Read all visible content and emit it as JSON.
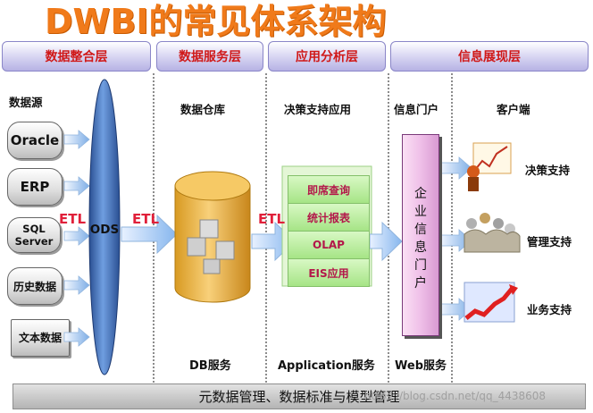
{
  "title": "DWBI的常见体系架构",
  "layers": [
    "数据整合层",
    "数据服务层",
    "应用分析层",
    "信息展现层"
  ],
  "sources_label": "数据源",
  "sources": [
    "Oracle",
    "ERP",
    "SQL Server",
    "历史数据",
    "文本数据"
  ],
  "ods": "ODS",
  "etl": "ETL",
  "warehouse_label": "数据仓库",
  "decision_label": "决策支持应用",
  "apps": [
    "即席查询",
    "统计报表",
    "OLAP",
    "EIS应用"
  ],
  "portal_label": "信息门户",
  "portal_box": "企业信息门户",
  "client_label": "客户端",
  "clients": [
    "决策支持",
    "管理支持",
    "业务支持"
  ],
  "services": [
    "DB服务",
    "Application服务",
    "Web服务"
  ],
  "bottom": "元数据管理、数据标准与模型管理",
  "watermark": "https://blog.csdn.net/qq_4438608",
  "colors": {
    "title": "#f07a1a",
    "header_text": "#d01818",
    "etl": "#e0203a",
    "app_text": "#b3174a"
  }
}
